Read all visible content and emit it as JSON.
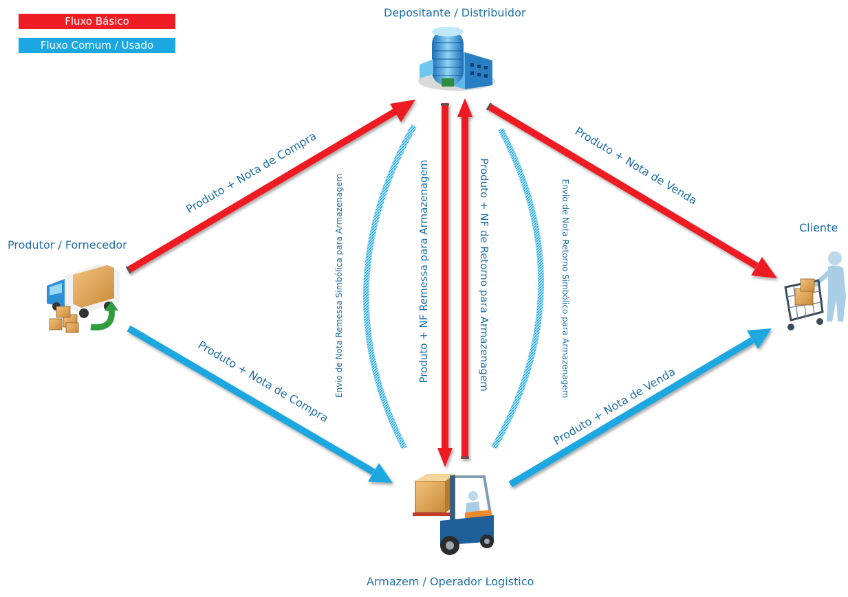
{
  "colors": {
    "basic": "#ee1c24",
    "common": "#1ba7e1",
    "label": "#1f6fa6"
  },
  "legend": {
    "basic": "Fluxo Básico",
    "common": "Fluxo Comum / Usado"
  },
  "nodes": {
    "depositor": {
      "label": "Depositante / Distribuidor",
      "icon": "office-building-icon"
    },
    "producer": {
      "label": "Produtor / Fornecedor",
      "icon": "delivery-truck-icon"
    },
    "client": {
      "label": "Cliente",
      "icon": "shopping-cart-person-icon"
    },
    "warehouse": {
      "label": "Armazem / Operador Logistico",
      "icon": "forklift-icon"
    }
  },
  "flows": {
    "producer_to_depositor": "Produto + Nota de Compra",
    "producer_to_warehouse": "Produto + Nota de Compra",
    "depositor_to_client": "Produto + Nota de Venda",
    "warehouse_to_client": "Produto + Nota de Venda",
    "depositor_to_warehouse": "Produto + NF Remessa para Armazenagem",
    "warehouse_to_depositor": "Produto + NF de Retorno para Armazenagem",
    "remessa_simbolica": "Envio de Nota Remessa Simbólica para Armazenagem",
    "retorno_simbolico": "Envio de Nota Retorno Simbólico para Armazenagem"
  }
}
